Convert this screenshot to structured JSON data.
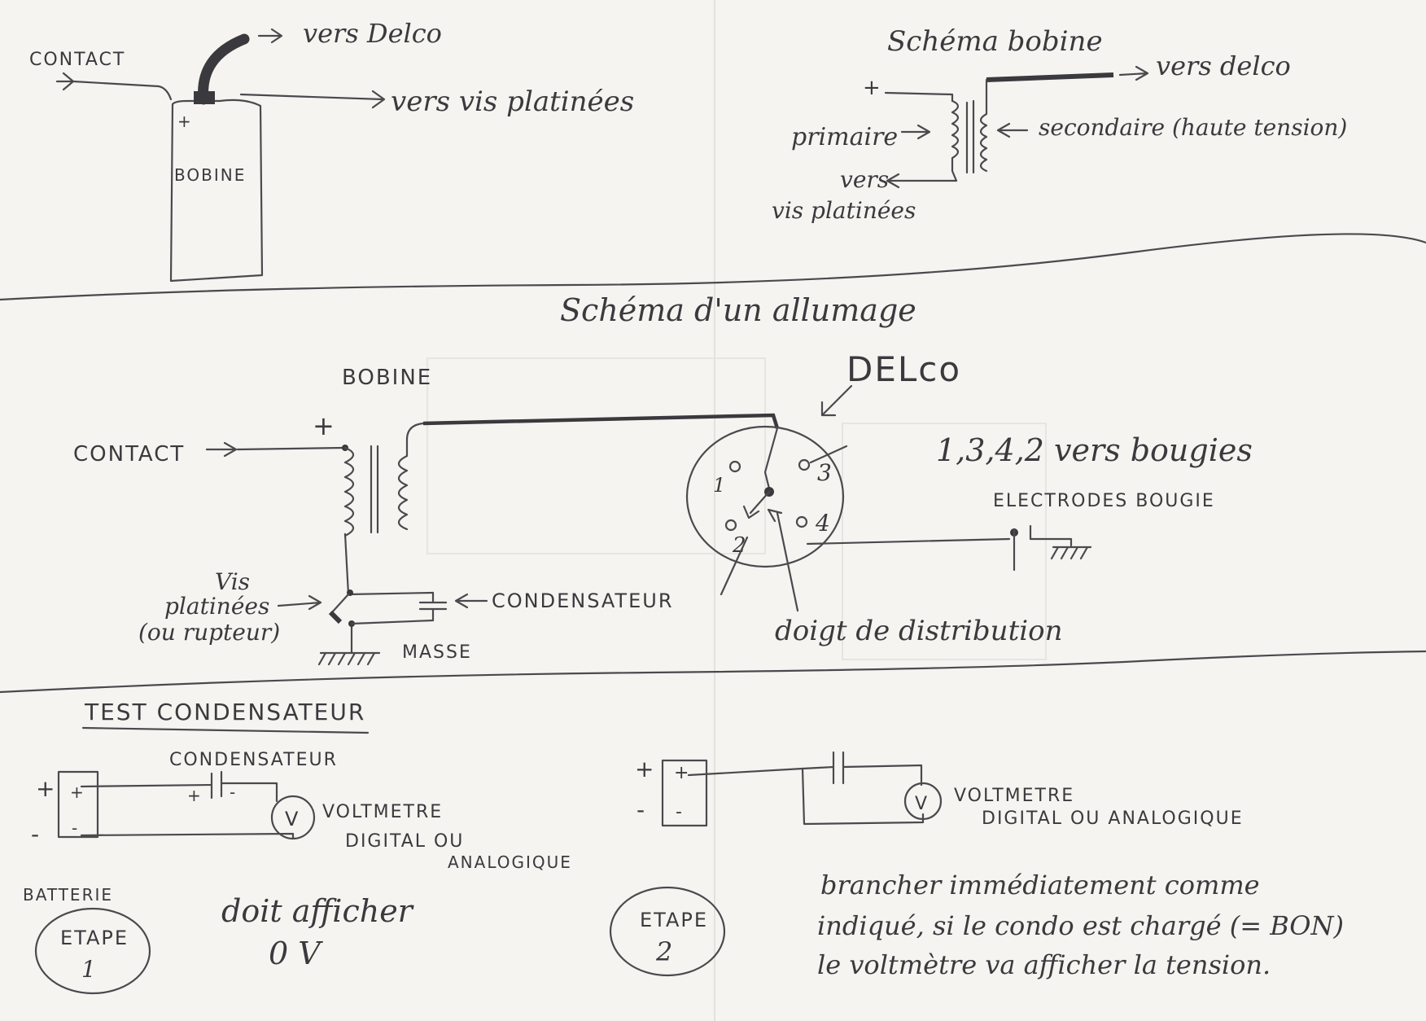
{
  "top_left": {
    "contact": "CONTACT",
    "vers_delco": "vers Delco",
    "vers_vis": "vers vis platinées",
    "plus": "+",
    "bobine": "BOBINE"
  },
  "coil_schema": {
    "title": "Schéma bobine",
    "plus": "+",
    "vers_delco": "vers delco",
    "primaire": "primaire",
    "secondaire": "secondaire (haute tension)",
    "vers": "vers",
    "vis_platinees": "vis platinées"
  },
  "ignition": {
    "title": "Schéma d'un allumage",
    "bobine": "BOBINE",
    "plus": "+",
    "contact": "CONTACT",
    "delco": "DELco",
    "bougies": "1,3,4,2 vers bougies",
    "electrodes": "ELECTRODES BOUGIE",
    "vis": "Vis",
    "platinees": "platinées",
    "rupteur": "(ou rupteur)",
    "condensateur": "CONDENSATEUR",
    "masse": "MASSE",
    "doigt": "doigt de distribution",
    "n1": "1",
    "n2": "2",
    "n3": "3",
    "n4": "4"
  },
  "test": {
    "title": "TEST CONDENSATEUR",
    "condensateur": "CONDENSATEUR",
    "plus": "+",
    "minus": "-",
    "v": "V",
    "volt1": "VOLTMETRE",
    "volt2": "DIGITAL OU",
    "volt3": "ANALOGIQUE",
    "volt_step2_1": "VOLTMETRE",
    "volt_step2_2": "DIGITAL OU ANALOGIQUE",
    "batterie": "BATTERIE",
    "etape": "ETAPE",
    "etape1_num": "1",
    "etape2_num": "2",
    "doit1": "doit afficher",
    "doit2": "0 V",
    "note1": "brancher immédiatement comme",
    "note2": "indiqué, si le condo est chargé (= BON)",
    "note3": "le voltmètre va afficher la tension."
  }
}
